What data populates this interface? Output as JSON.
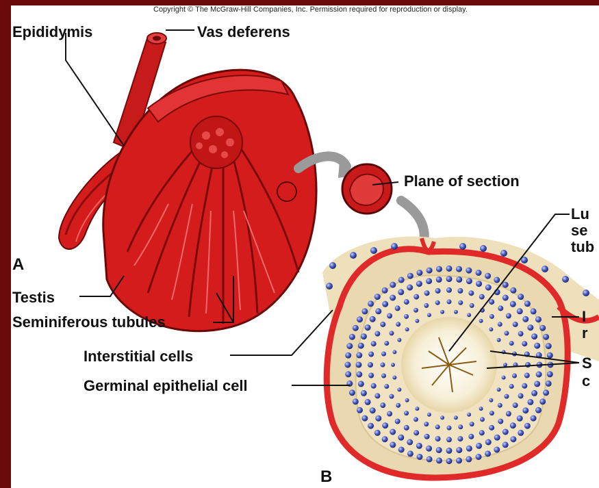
{
  "copyright": "Copyright © The McGraw-Hill Companies, Inc. Permission required for reproduction or display.",
  "labels": {
    "epididymis": "Epididymis",
    "vas_deferens": "Vas deferens",
    "plane_of_section": "Plane of section",
    "panel_a": "A",
    "testis": "Testis",
    "seminiferous_tubules": "Seminiferous tubules",
    "interstitial_cells": "Interstitial cells",
    "germinal_epithelial_cell": "Germinal epithelial cell",
    "panel_b": "B",
    "lumen_line1": "Lu",
    "lumen_line2": "se",
    "lumen_line3": "tub",
    "right_partial_1": "I",
    "right_partial_2": "r",
    "right_partial_3": "S",
    "right_partial_4": "c"
  },
  "colors": {
    "background_frame": "#6b0a0a",
    "testis_red": "#d81e1e",
    "tubule_tan": "#e9d8b0",
    "cell_blue": "#3b4ca8"
  }
}
